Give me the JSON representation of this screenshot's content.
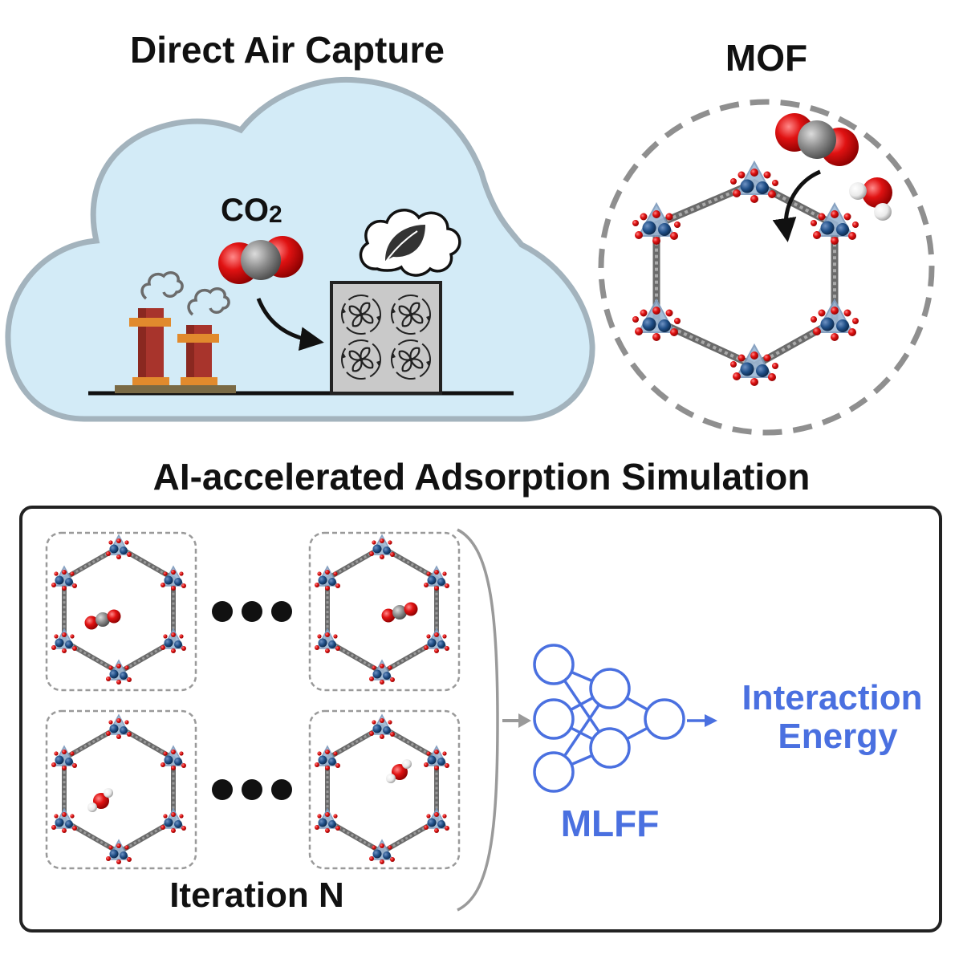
{
  "top_left": {
    "title": "Direct Air Capture",
    "co2_label_main": "CO",
    "co2_label_sub": "2"
  },
  "top_right": {
    "title": "MOF"
  },
  "bottom": {
    "title": "AI-accelerated Adsorption Simulation",
    "iteration_label": "Iteration N",
    "model_label": "MLFF",
    "output_line1": "Interaction",
    "output_line2": "Energy"
  },
  "colors": {
    "cloud_fill": "#d3ebf7",
    "cloud_stroke": "#a3b3bd",
    "oxygen": "#e01212",
    "carbon": "#8f8f8f",
    "hydrogen": "#f2f2f2",
    "metal": "#1f4e86",
    "metal_cluster": "#9cb7d4",
    "mlff_blue": "#4a70e0",
    "chimney": "#a8342c",
    "chimney_band": "#e18a2d",
    "dac_box": "#c9c9c9"
  }
}
